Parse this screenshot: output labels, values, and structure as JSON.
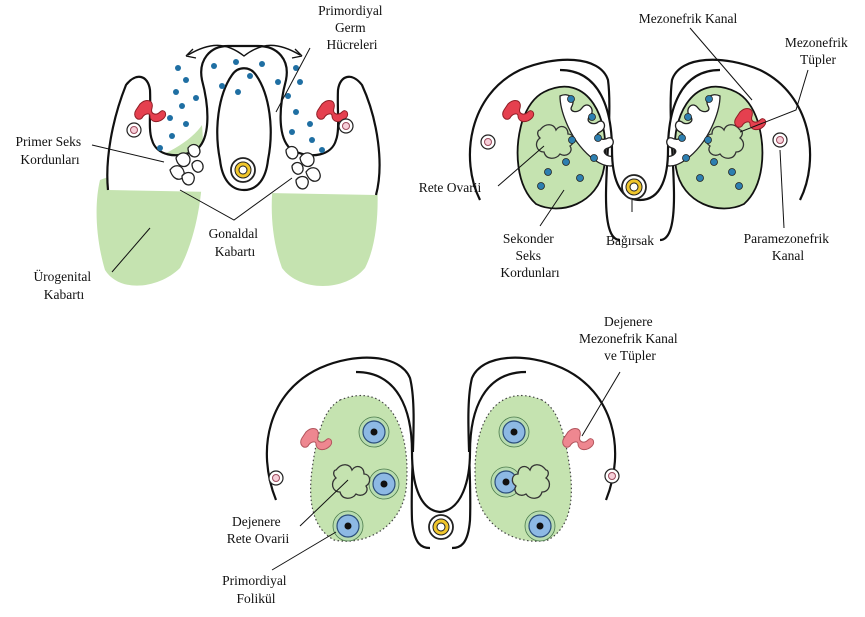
{
  "labels": {
    "primordial_germ_cells": [
      "Primordiyal",
      "Germ",
      "Hücreleri"
    ],
    "primary_sex_cords": [
      "Primer Seks",
      "Kordunları"
    ],
    "gonadal_ridge": [
      "Gonaldal",
      "Kabartı"
    ],
    "urogenital_ridge": [
      "Ürogenital",
      "Kabartı"
    ],
    "mesonephric_duct": "Mezonefrik Kanal",
    "mesonephric_tubules": [
      "Mezonefrik",
      "Tüpler"
    ],
    "rete_ovarii": "Rete Ovarii",
    "secondary_sex_cords": [
      "Sekonder",
      "Seks",
      "Kordunları"
    ],
    "gut": "Bağırsak",
    "paramesonephric_duct": [
      "Paramezonefrik",
      "Kanal"
    ],
    "degenerate_mesonephric": [
      "Dejenere",
      "Mezonefrik Kanal",
      "ve Tüpler"
    ],
    "degenerate_rete_ovarii": [
      "Dejenere",
      "Rete Ovarii"
    ],
    "primordial_follicle": [
      "Primordiyal",
      "Folikül"
    ]
  },
  "colors": {
    "tissue_green": "#c5e3b0",
    "germ_cell_blue": "#1f6fa3",
    "mesonephric_red": "#e5404f",
    "paramesonephric_pink": "#f7cfd9",
    "gut_yellow": "#f0c62c",
    "follicle_blue": "#8db9e4"
  }
}
